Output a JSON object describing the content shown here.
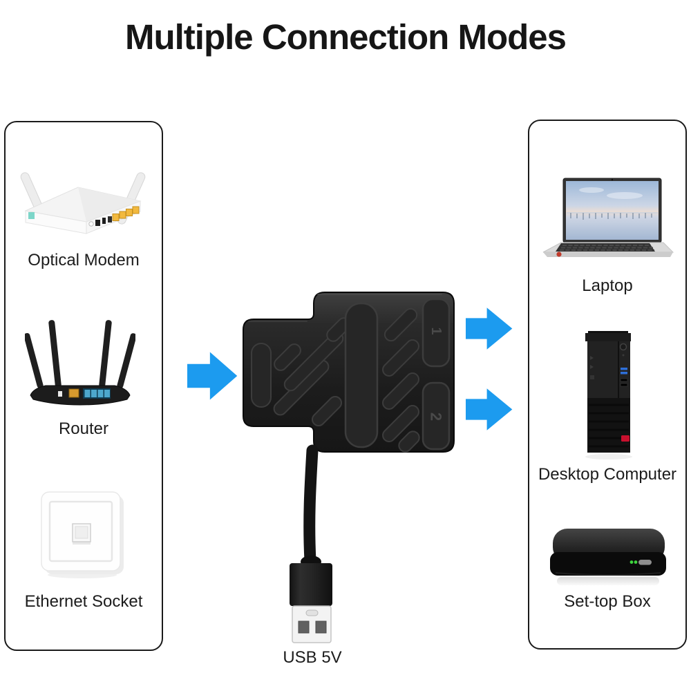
{
  "title": "Multiple Connection Modes",
  "source_panel": {
    "items": [
      {
        "label": "Optical Modem",
        "icon": "optical-modem"
      },
      {
        "label": "Router",
        "icon": "router"
      },
      {
        "label": "Ethernet Socket",
        "icon": "ethernet-socket"
      }
    ]
  },
  "target_panel": {
    "items": [
      {
        "label": "Laptop",
        "icon": "laptop"
      },
      {
        "label": "Desktop Computer",
        "icon": "desktop-computer"
      },
      {
        "label": "Set-top Box",
        "icon": "set-top-box"
      }
    ]
  },
  "adapter": {
    "port1_label": "1",
    "port2_label": "2",
    "cable_label": "USB 5V"
  },
  "icons": {
    "input_arrow": "arrow-right-icon",
    "output_arrow_top": "arrow-right-icon",
    "output_arrow_bottom": "arrow-right-icon"
  },
  "colors": {
    "arrow": "#1C9BEF",
    "panel_border": "#1a1a1a",
    "title": "#161616",
    "label": "#1c1c1c"
  }
}
